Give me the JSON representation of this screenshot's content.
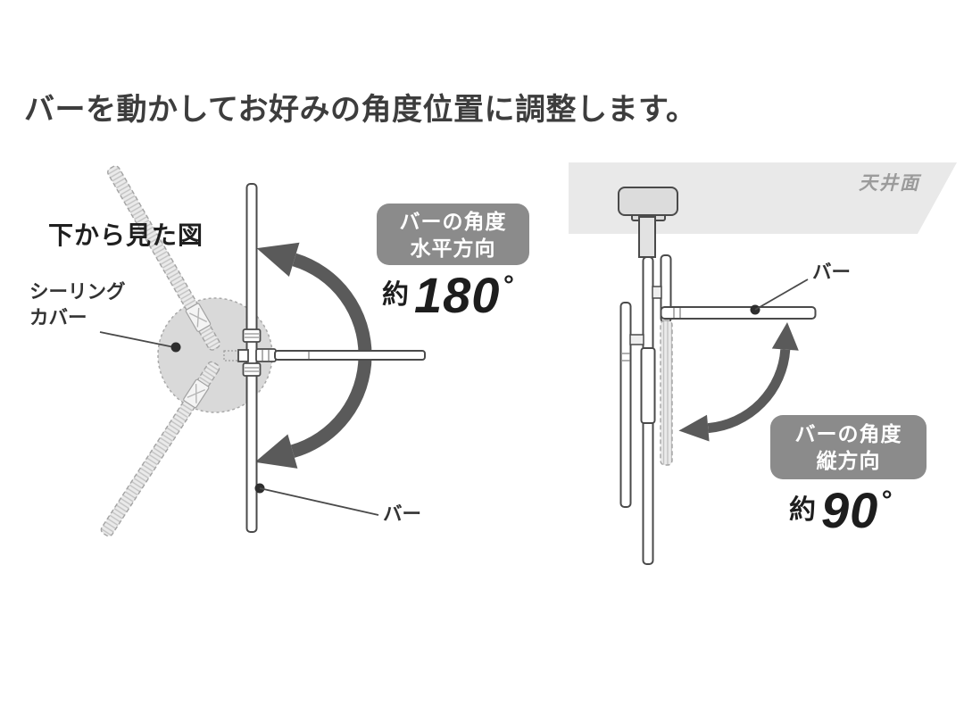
{
  "title": "バーを動かしてお好みの角度位置に調整します。",
  "colors": {
    "badge_bg": "#8b8b8b",
    "arrow": "#5a5a5a",
    "bar_outline": "#4a4a4a",
    "ceiling_fill": "#e9e9e9",
    "cover_circle_fill": "#d9d9d9",
    "ghost_bar_fill": "#e9e9e9",
    "label_text": "#333333",
    "ceiling_label_text": "#9b9b9b"
  },
  "left_diagram": {
    "heading": "下から見た図",
    "cover_label_line1": "シーリング",
    "cover_label_line2": "カバー",
    "bar_label": "バー",
    "badge_line1": "バーの角度",
    "badge_line2": "水平方向",
    "angle_about": "約",
    "angle_value": "180",
    "angle_unit": "°"
  },
  "right_diagram": {
    "ceiling_label": "天井面",
    "bar_label": "バー",
    "badge_line1": "バーの角度",
    "badge_line2": "縦方向",
    "angle_about": "約",
    "angle_value": "90",
    "angle_unit": "°"
  }
}
